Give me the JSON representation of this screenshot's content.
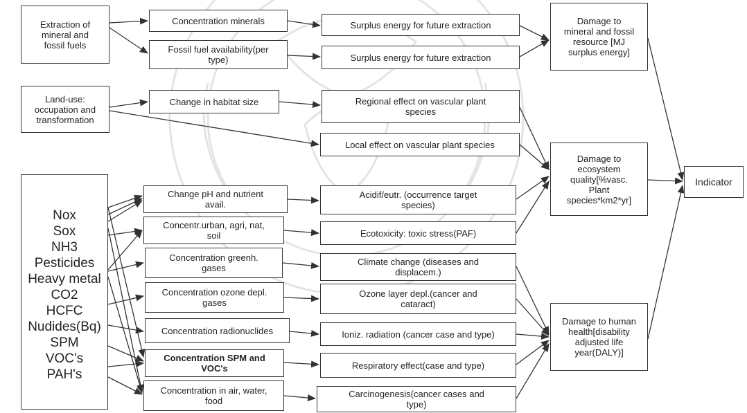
{
  "sources": {
    "extraction": "Extraction of\nmineral and\nfossil fuels",
    "landuse": "Land-use:\noccupation and\ntransformation",
    "emissions": [
      "Nox",
      "Sox",
      "NH3",
      "Pesticides",
      "Heavy metal",
      "CO2",
      "HCFC",
      "Nudides(Bq)",
      "SPM",
      "VOC's",
      "PAH's"
    ]
  },
  "fate": {
    "conc_minerals": "Concentration minerals",
    "fossil_avail": "Fossil fuel availability(per\ntype)",
    "habitat": "Change in habitat size",
    "ph_nutrient": "Change pH and nutrient\navail.",
    "conc_urban": "Concentr.urban, agri, nat,\nsoil",
    "conc_greenh": "Concentration greenh.\ngases",
    "conc_ozone": "Concentration ozone depl.\ngases",
    "conc_radio": "Concentration radionuclides",
    "conc_spm": "Concentration SPM and\nVOC's",
    "conc_air": "Concentration in air, water,\nfood"
  },
  "effects": {
    "surplus1": "Surplus energy for future extraction",
    "surplus2": "Surplus energy for future extraction",
    "regional": "Regional effect on vascular plant\nspecies",
    "local": "Local effect on vascular plant species",
    "acidif": "Acidif/eutr. (occurrence target\nspecies)",
    "ecotox": "Ecotoxicity: toxic stress(PAF)",
    "climate": "Climate change (diseases and\ndisplacem.)",
    "ozone": "Ozone layer depl.(cancer and\ncataract)",
    "ioniz": "Ioniz. radiation (cancer case and type)",
    "respir": "Respiratory effect(case and type)",
    "carcino": "Carcinogenesis(cancer cases and\ntype)"
  },
  "damage": {
    "resource": "Damage to\nmineral and fossil\nresource [MJ\nsurplus energy]",
    "ecosystem": "Damage to\necosystem\nquality[%vasc.\nPlant\nspecies*km2*yr]",
    "health": "Damage to human\nhealth[disability\nadjusted life\nyear(DALY)]"
  },
  "indicator": "Indicator"
}
